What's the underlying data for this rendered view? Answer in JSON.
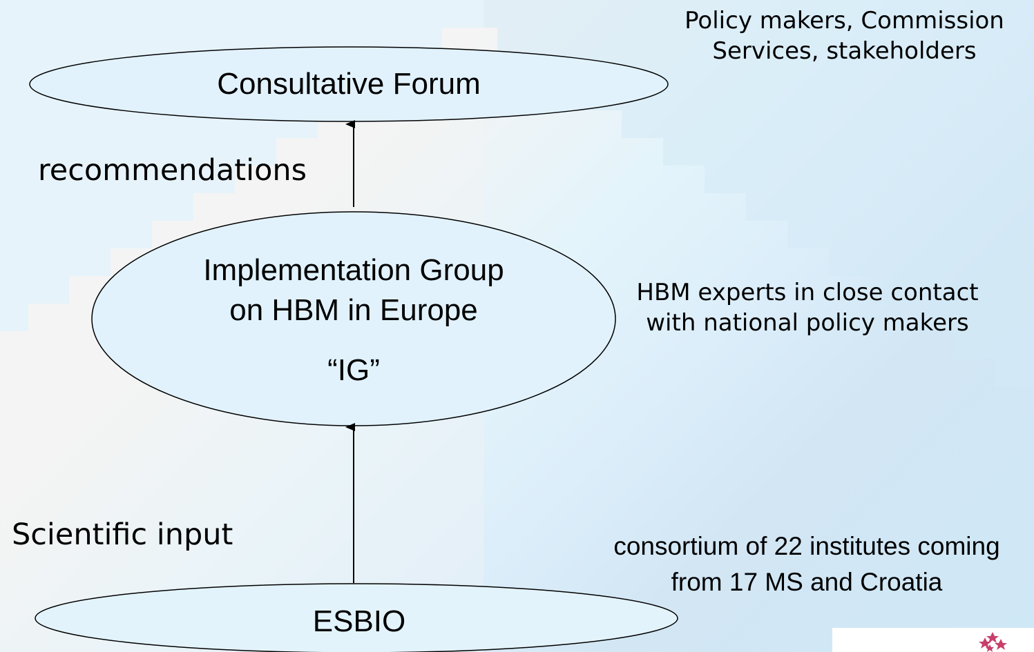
{
  "nodes": {
    "consultative_forum": {
      "label": "Consultative Forum"
    },
    "implementation_group": {
      "line1": "Implementation Group",
      "line2": "on HBM in Europe",
      "abbrev": "“IG”"
    },
    "esbio": {
      "label": "ESBIO"
    }
  },
  "edges": {
    "recommendations": {
      "label": "recommendations"
    },
    "scientific_input": {
      "label": "Scientific input"
    }
  },
  "annotations": {
    "forum_members": {
      "line1": "Policy makers, Commission",
      "line2": "Services, stakeholders"
    },
    "ig_members": {
      "line1": "HBM experts in close contact",
      "line2": "with national policy makers"
    },
    "esbio_members": {
      "line1": "consortium of 22 institutes coming",
      "line2": "from 17 MS and Croatia"
    }
  },
  "colors": {
    "node_fill": "#dff1fb",
    "stroke": "#000000",
    "logo_flower": "#c8406a"
  }
}
